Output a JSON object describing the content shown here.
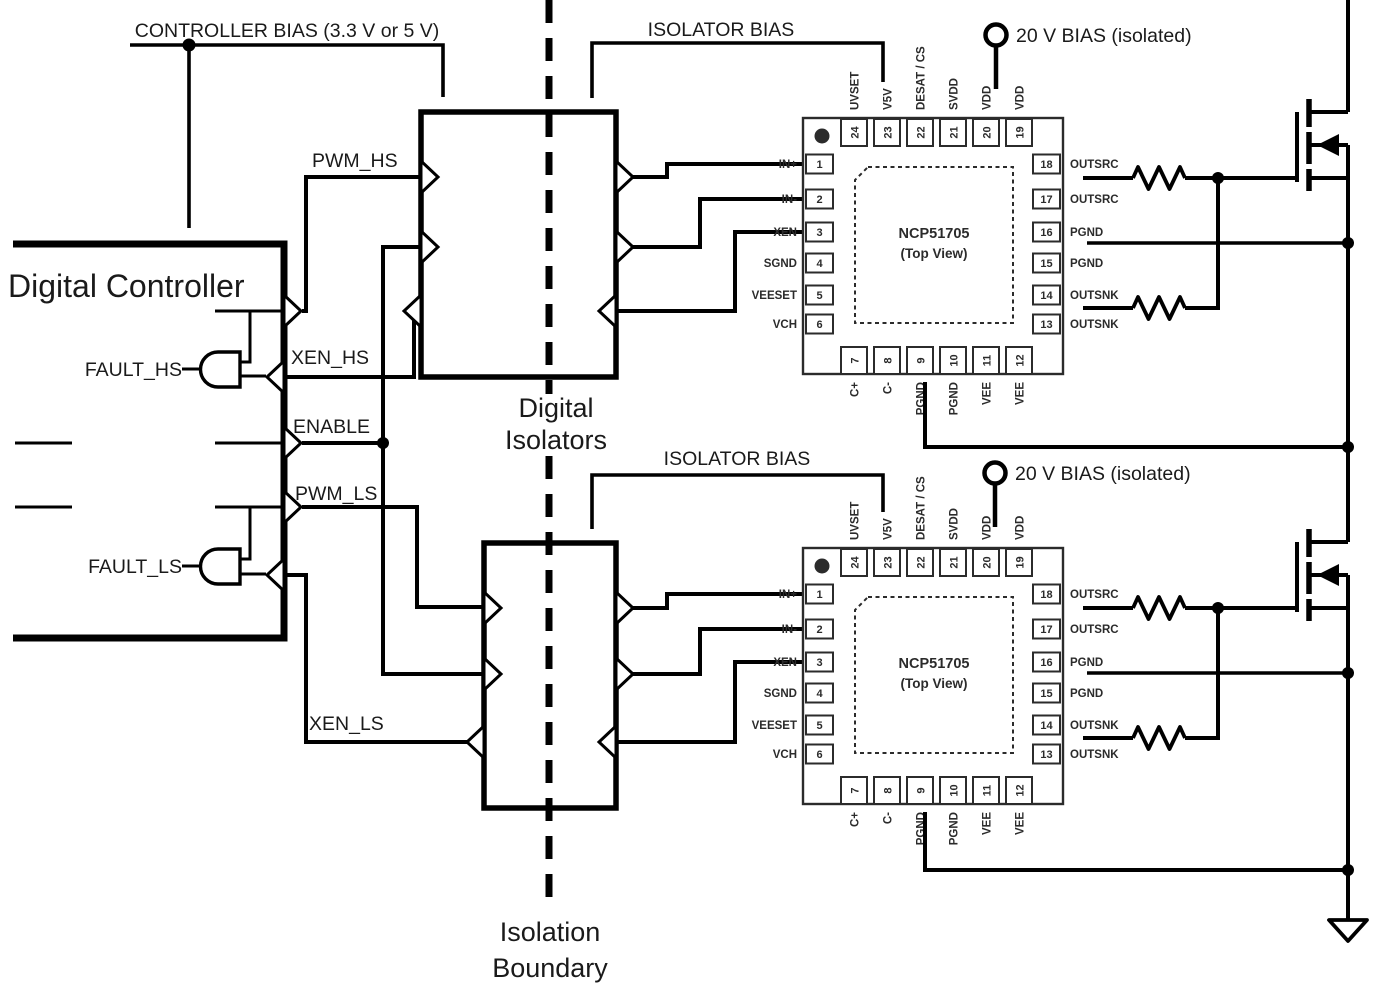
{
  "labels": {
    "controller_title": "Digital Controller",
    "isolators_line1": "Digital",
    "isolators_line2": "Isolators",
    "boundary_line1": "Isolation",
    "boundary_line2": "Boundary"
  },
  "bias": {
    "controller": "CONTROLLER BIAS (3.3 V or 5 V)",
    "isolator": "ISOLATOR BIAS",
    "hv": "20 V BIAS (isolated)"
  },
  "signals": {
    "pwm_hs": "PWM_HS",
    "xen_hs": "XEN_HS",
    "enable": "ENABLE",
    "pwm_ls": "PWM_LS",
    "xen_ls": "XEN_LS",
    "fault_hs": "FAULT_HS",
    "fault_ls": "FAULT_LS"
  },
  "ic": {
    "part": "NCP51705",
    "view": "(Top View)",
    "left_pins": [
      {
        "num": "1",
        "name": "IN+"
      },
      {
        "num": "2",
        "name": "IN-"
      },
      {
        "num": "3",
        "name": "XEN"
      },
      {
        "num": "4",
        "name": "SGND"
      },
      {
        "num": "5",
        "name": "VEESET"
      },
      {
        "num": "6",
        "name": "VCH"
      }
    ],
    "right_pins": [
      {
        "num": "18",
        "name": "OUTSRC"
      },
      {
        "num": "17",
        "name": "OUTSRC"
      },
      {
        "num": "16",
        "name": "PGND"
      },
      {
        "num": "15",
        "name": "PGND"
      },
      {
        "num": "14",
        "name": "OUTSNK"
      },
      {
        "num": "13",
        "name": "OUTSNK"
      }
    ],
    "top_pins": [
      {
        "num": "24",
        "name": "UVSET"
      },
      {
        "num": "23",
        "name": "V5V"
      },
      {
        "num": "22",
        "name": "DESAT / CS"
      },
      {
        "num": "21",
        "name": "SVDD"
      },
      {
        "num": "20",
        "name": "VDD"
      },
      {
        "num": "19",
        "name": "VDD"
      }
    ],
    "bottom_pins": [
      {
        "num": "7",
        "name": "C+"
      },
      {
        "num": "8",
        "name": "C-"
      },
      {
        "num": "9",
        "name": "PGND"
      },
      {
        "num": "10",
        "name": "PGND"
      },
      {
        "num": "11",
        "name": "VEE"
      },
      {
        "num": "12",
        "name": "VEE"
      }
    ]
  }
}
